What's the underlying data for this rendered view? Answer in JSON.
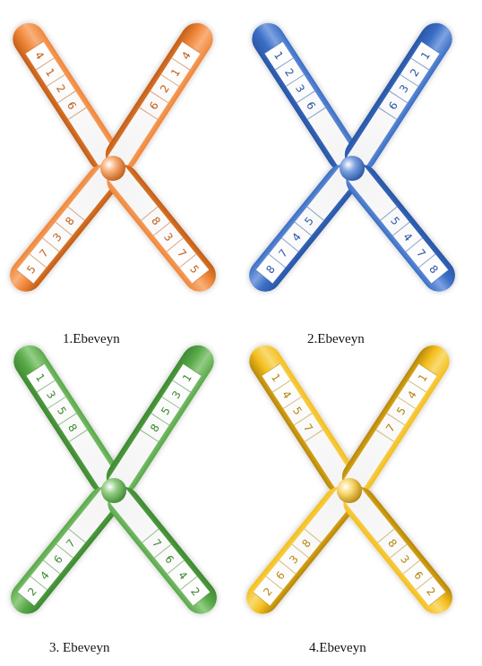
{
  "diagram": {
    "labels": [
      "4",
      "1",
      "2",
      "6",
      "4",
      "1",
      "2",
      "6",
      "8",
      "3",
      "7",
      "5",
      "8",
      "3",
      "7",
      "5",
      "1.Ebeveyn",
      "1",
      "2",
      "3",
      "6",
      "1",
      "2",
      "3",
      "6",
      "5",
      "4",
      "7",
      "8",
      "5",
      "4",
      "7",
      "8",
      "2.Ebeveyn",
      "1",
      "3",
      "5",
      "8",
      "1",
      "3",
      "5",
      "8",
      "7",
      "6",
      "4",
      "2",
      "7",
      "6",
      "4",
      "2",
      "3. Ebeveyn",
      "1",
      "4",
      "5",
      "7",
      "1",
      "4",
      "5",
      "7",
      "8",
      "3",
      "6",
      "2",
      "8",
      "3",
      "6",
      "2",
      "4.Ebeveyn"
    ]
  }
}
